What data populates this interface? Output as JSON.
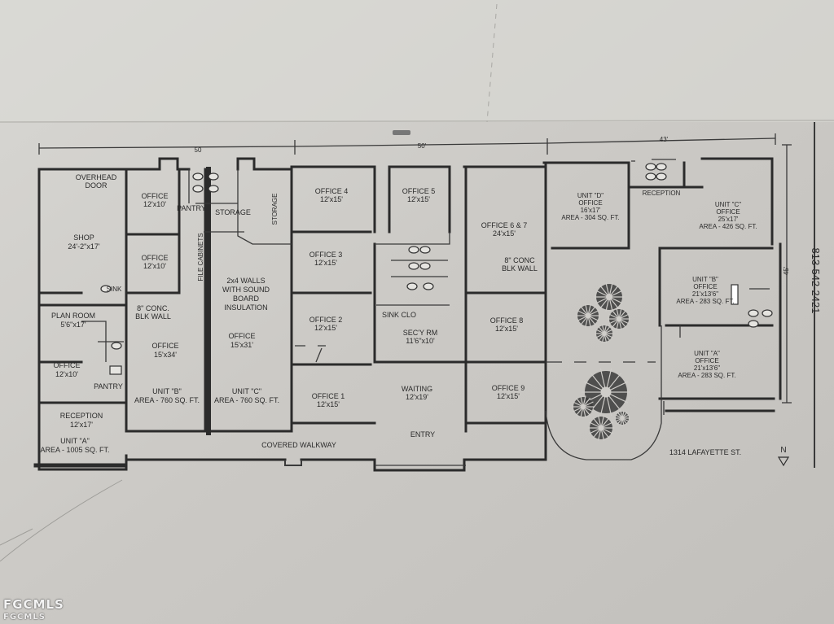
{
  "plan": {
    "phone": "813-542-2421",
    "street": "1314 LAFAYETTE ST.",
    "north": "N",
    "dims": {
      "top_left": "50",
      "top_mid": "50'",
      "top_right": "43'",
      "right_side": "45'"
    },
    "rooms": {
      "overhead_door": [
        "OVERHEAD",
        "DOOR"
      ],
      "shop": [
        "SHOP",
        "24'-2\"x17'"
      ],
      "sink_a": "SINK",
      "plan_room": [
        "PLAN ROOM",
        "5'6\"x17'"
      ],
      "office_a": [
        "OFFICE",
        "12'x10'"
      ],
      "pantry_a": "PANTRY",
      "reception_a": [
        "RECEPTION",
        "12'x17'"
      ],
      "unit_a": [
        "UNIT \"A\"",
        "AREA - 1005 SQ. FT."
      ],
      "office_b1": [
        "OFFICE",
        "12'x10'"
      ],
      "office_b2": [
        "OFFICE",
        "12'x10'"
      ],
      "pantry_b": "PANTRY",
      "conc_b": [
        "8\" CONC.",
        "BLK WALL"
      ],
      "office_b": [
        "OFFICE",
        "15'x34'"
      ],
      "unit_b": [
        "UNIT \"B\"",
        "AREA - 760 SQ. FT."
      ],
      "file_cabinets": "FILE CABINETS",
      "storage_1": "STORAGE",
      "storage_2": "STORAGE",
      "walls_note": [
        "2x4 WALLS",
        "WITH SOUND",
        "BOARD",
        "INSULATION"
      ],
      "office_c": [
        "OFFICE",
        "15'x31'"
      ],
      "unit_c": [
        "UNIT \"C\"",
        "AREA - 760 SQ. FT."
      ],
      "office_4": [
        "OFFICE 4",
        "12'x15'"
      ],
      "office_3": [
        "OFFICE 3",
        "12'x15'"
      ],
      "office_2": [
        "OFFICE 2",
        "12'x15'"
      ],
      "office_1": [
        "OFFICE 1",
        "12'x15'"
      ],
      "office_5": [
        "OFFICE 5",
        "12'x15'"
      ],
      "sink_clo": "SINK   CLO",
      "secy_rm": [
        "SEC'Y RM",
        "11'6\"x10'"
      ],
      "waiting": [
        "WAITING",
        "12'x19'"
      ],
      "entry": "ENTRY",
      "office_67": [
        "OFFICE 6 & 7",
        "24'x15'"
      ],
      "conc_mid": [
        "8\" CONC",
        "BLK WALL"
      ],
      "office_8": [
        "OFFICE 8",
        "12'x15'"
      ],
      "office_9": [
        "OFFICE 9",
        "12'x15'"
      ],
      "covered_walkway": "COVERED WALKWAY",
      "unit_d": [
        "UNIT \"D\"",
        "OFFICE",
        "16'x17'",
        "AREA - 304 SQ. FT."
      ],
      "reception_r": "RECEPTION",
      "unit_c_r": [
        "UNIT \"C\"",
        "OFFICE",
        "25'x17'",
        "AREA - 426 SQ. FT."
      ],
      "unit_b_r": [
        "UNIT \"B\"",
        "OFFICE",
        "21'x13'6\"",
        "AREA - 283 SQ. FT."
      ],
      "unit_a_r": [
        "UNIT \"A\"",
        "OFFICE",
        "21'x13'6\"",
        "AREA - 283 SQ. FT."
      ]
    }
  },
  "watermark": "FGCMLS"
}
